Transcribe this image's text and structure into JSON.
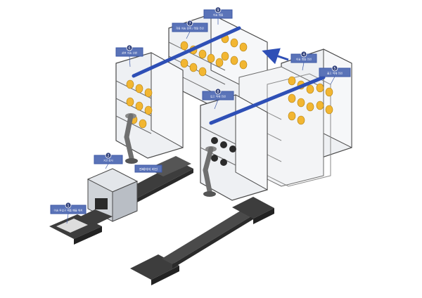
{
  "title": "",
  "colors": {
    "background": "#ffffff",
    "callout": "#5a73b8",
    "callout_border": "#3f5aa6",
    "rail": "#2e4fb6",
    "item": "#f2b632",
    "frame": "#4a4a4a",
    "glass": "#eef0f3",
    "machine": "#cfd3d8",
    "conveyor": "#3d3d3d",
    "robot": "#6f6f6f"
  },
  "callouts": [
    {
      "number": "1",
      "label": "이송 투입구 제품 배출 위치"
    },
    {
      "number": "2",
      "label": "X선 검사"
    },
    {
      "number": "3",
      "label": "분류 적재부"
    },
    {
      "number": "4",
      "label": "이송 레일 라인"
    },
    {
      "number": "5",
      "label": "출고 적재 라인"
    },
    {
      "number": "6",
      "label": "상부 이송 선반"
    },
    {
      "number": "7",
      "label": "자동 이송 장치 / 레일 라인"
    },
    {
      "number": "8",
      "label": "입고 적재 라인"
    },
    {
      "number": "9",
      "label": "이송 레일"
    }
  ],
  "floor_tag": {
    "label": "컨베이어 라인"
  },
  "icons": [
    "robot-arm-icon",
    "xray-machine-icon",
    "rail-arrow-icon"
  ]
}
